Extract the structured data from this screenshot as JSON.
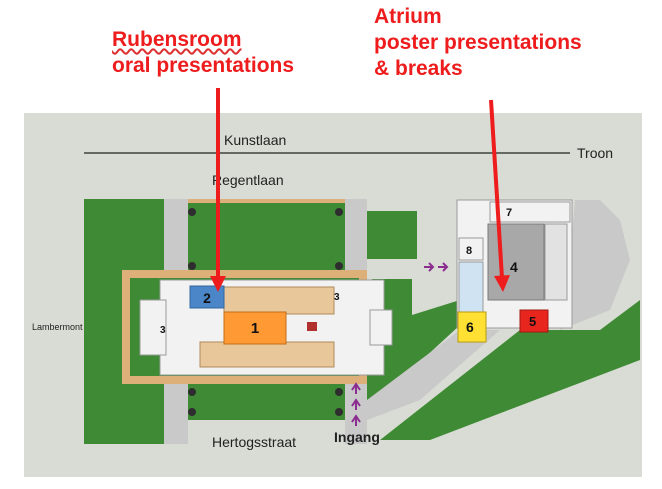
{
  "callouts": {
    "rubens": {
      "line1": "Rubensroom",
      "line2": "oral presentations"
    },
    "atrium": {
      "line1": "Atrium",
      "line2": "poster presentations",
      "line3": "& breaks"
    },
    "color": "#ee1c1c"
  },
  "streets": {
    "north": "Kunstlaan",
    "north_east": "Troon",
    "inner_north": "Regentlaan",
    "west": "Lambermont",
    "south": "Hertogsstraat"
  },
  "entrance_label": "Ingang",
  "rooms": {
    "r1": {
      "label": "1",
      "color": "#ff9933"
    },
    "r2": {
      "label": "2",
      "color": "#4a86c8"
    },
    "r3a": {
      "label": "3"
    },
    "r3b": {
      "label": "3"
    },
    "r4": {
      "label": "4",
      "color": "#a8a8a8"
    },
    "r5": {
      "label": "5",
      "color": "#e8261e"
    },
    "r6": {
      "label": "6",
      "color": "#ffe033"
    },
    "r7": {
      "label": "7"
    },
    "r8": {
      "label": "8"
    }
  },
  "colors": {
    "lawn": "#3f8a34",
    "path": "#c9c9c9",
    "plaza": "#d9dcd5",
    "sand": "#ddb07a",
    "building": "#f2f2f2",
    "entrance_arrow": "#8b2c8f"
  }
}
